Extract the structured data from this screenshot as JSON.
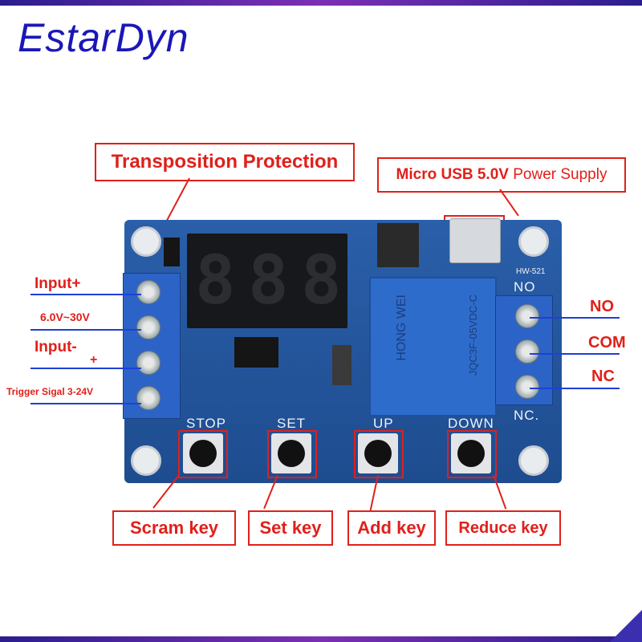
{
  "brand": "EstarDyn",
  "callouts": {
    "transposition": "Transposition Protection",
    "micro_usb_bold": "Micro USB 5.0V",
    "micro_usb_rest": "Power Supply",
    "scram": "Scram key",
    "set": "Set key",
    "add": "Add key",
    "reduce": "Reduce key"
  },
  "left_labels": {
    "input_plus": "Input+",
    "voltage": "6.0V~30V",
    "input_minus": "Input-",
    "plus": "+",
    "trigger": "Trigger Sigal 3-24V"
  },
  "right_labels": {
    "no": "NO",
    "com": "COM",
    "nc": "NC"
  },
  "pcb": {
    "stop": "STOP",
    "set": "SET",
    "up": "UP",
    "down": "DOWN",
    "model": "HW-521",
    "no": "NO",
    "nc": "NC.",
    "display_digits": [
      "8",
      "8",
      "8"
    ],
    "relay_brand": "HONG WEI",
    "relay_model": "JQC3F-05VDC-C"
  },
  "colors": {
    "accent_red": "#e0201a",
    "brand_blue": "#1a17b8",
    "pcb_blue": "#2a5fa9"
  }
}
